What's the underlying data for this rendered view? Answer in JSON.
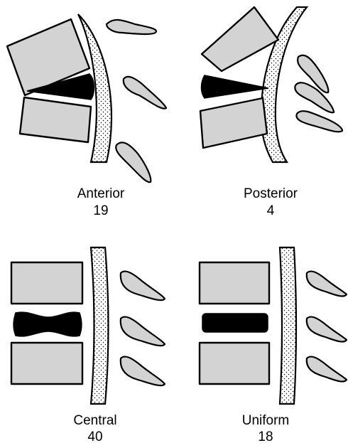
{
  "panels": [
    {
      "id": "anterior",
      "label": "Anterior",
      "count": "19"
    },
    {
      "id": "posterior",
      "label": "Posterior",
      "count": "4"
    },
    {
      "id": "central",
      "label": "Central",
      "count": "40"
    },
    {
      "id": "uniform",
      "label": "Uniform",
      "count": "18"
    }
  ],
  "colors": {
    "vertebra_fill": "#d3d3d3",
    "disc_fill": "#000000",
    "outline": "#000000",
    "background": "#ffffff"
  }
}
